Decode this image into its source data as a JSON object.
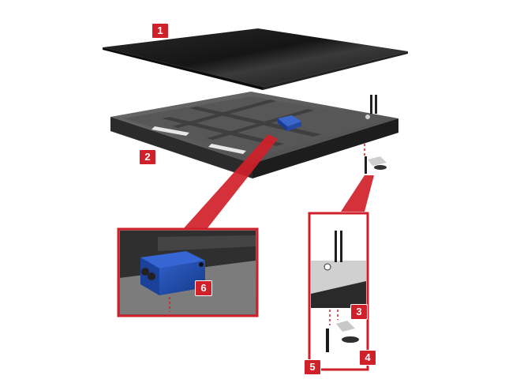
{
  "callouts": {
    "c1": "1",
    "c2": "2",
    "c3": "3",
    "c4": "4",
    "c5": "5",
    "c6": "6"
  },
  "colors": {
    "accent": "#d0202a",
    "plate": "#1b1b1b",
    "frame": "#3d3d3d",
    "sensor": "#1f48a8",
    "background": "#ffffff"
  }
}
